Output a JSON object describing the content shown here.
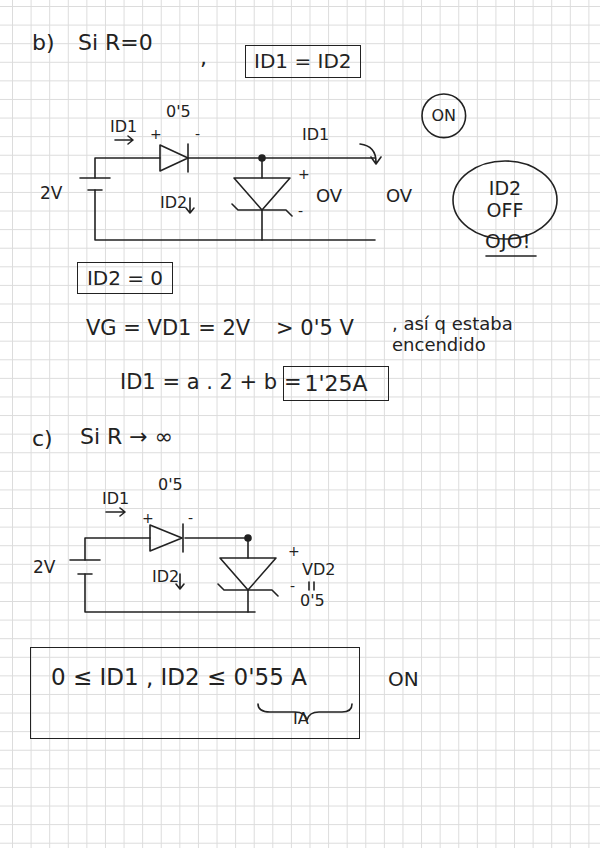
{
  "diagram": {
    "nodes": [
      {
        "text": [
          "ID1 = ID2"
        ]
      },
      {
        "text": [
          "ON"
        ]
      },
      {
        "text": [
          "ID2 OFF"
        ]
      },
      {
        "text": [
          "ID2 = 0"
        ]
      },
      {
        "text": [
          "1'25A"
        ]
      },
      {
        "text": [
          "0 ≤ ID1 , ID2 ≤ 0'55 A",
          "IA"
        ]
      }
    ],
    "labels": [
      "b)",
      "Si R=0",
      ",",
      "0'5",
      "ID1",
      "+",
      "-",
      "ID1",
      "2V",
      "ID2",
      "+",
      "-",
      "OV",
      "OV",
      "OJO!",
      "VG = VD1 = 2V",
      "> 0'5 V",
      ", así q estaba encendido",
      "ID1 = a . 2 + b =",
      "c)",
      "Si R → ∞",
      "ID1",
      "0'5",
      "+",
      "-",
      "2V",
      "ID2",
      "+",
      "VD2",
      "-",
      "0'5",
      "ON"
    ]
  }
}
